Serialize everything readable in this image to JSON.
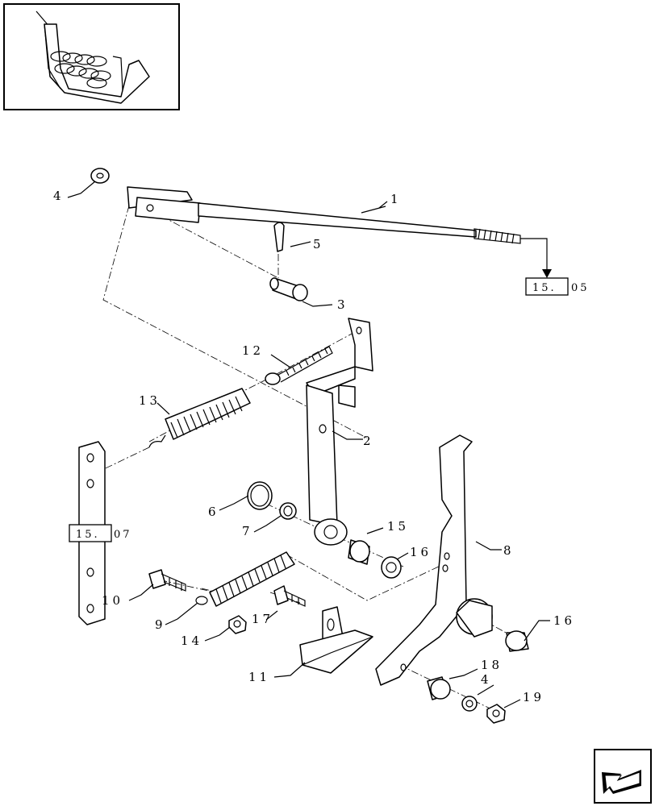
{
  "callouts": [
    {
      "id": "c1",
      "text": "1"
    },
    {
      "id": "c2",
      "text": "2"
    },
    {
      "id": "c3",
      "text": "3"
    },
    {
      "id": "c4a",
      "text": "4"
    },
    {
      "id": "c4b",
      "text": "4"
    },
    {
      "id": "c5",
      "text": "5"
    },
    {
      "id": "c6",
      "text": "6"
    },
    {
      "id": "c7",
      "text": "7"
    },
    {
      "id": "c8",
      "text": "8"
    },
    {
      "id": "c9",
      "text": "9"
    },
    {
      "id": "c10",
      "text": "10"
    },
    {
      "id": "c11",
      "text": "11"
    },
    {
      "id": "c12",
      "text": "12"
    },
    {
      "id": "c13",
      "text": "13"
    },
    {
      "id": "c14",
      "text": "14"
    },
    {
      "id": "c15",
      "text": "15"
    },
    {
      "id": "c16a",
      "text": "16"
    },
    {
      "id": "c16b",
      "text": "16"
    },
    {
      "id": "c17",
      "text": "17"
    },
    {
      "id": "c18",
      "text": "18"
    },
    {
      "id": "c19",
      "text": "19"
    }
  ],
  "references": [
    {
      "id": "ref1505",
      "boxed": "15.",
      "suffix": "05"
    },
    {
      "id": "ref1507",
      "boxed": "15.",
      "suffix": "07"
    }
  ],
  "icons": {
    "thumbnail": "baler-pickup-thumbnail-icon",
    "nav": "previous-page-arrow-icon"
  },
  "colors": {
    "line": "#000000",
    "background": "#ffffff"
  }
}
